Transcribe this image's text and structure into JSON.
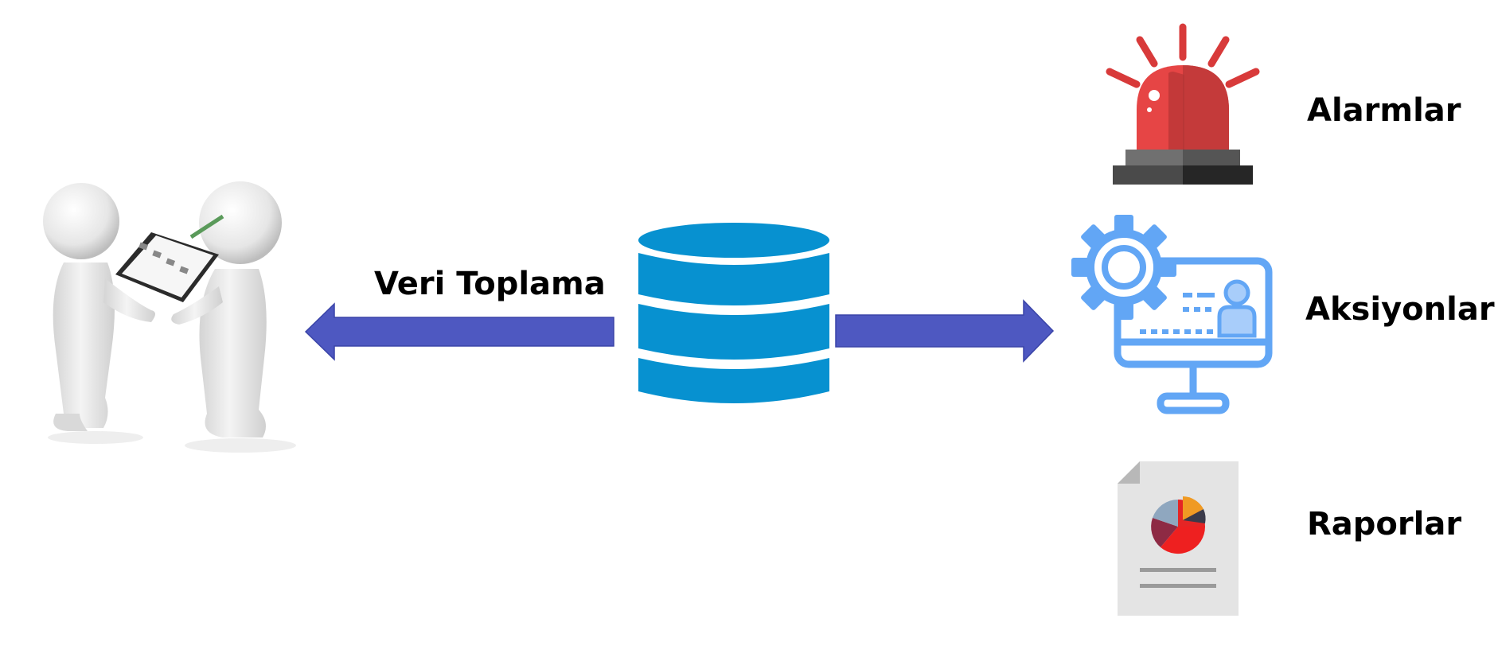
{
  "diagram": {
    "collect_label": "Veri Toplama",
    "outputs": [
      {
        "label": "Alarmlar",
        "icon": "alarm-siren-icon"
      },
      {
        "label": "Aksiyonlar",
        "icon": "settings-monitor-icon"
      },
      {
        "label": "Raporlar",
        "icon": "report-document-icon"
      }
    ],
    "colors": {
      "arrow": "#4E58C1",
      "database": "#0791D0",
      "siren_red": "#E64545",
      "gear_blue": "#62A6F5"
    }
  }
}
